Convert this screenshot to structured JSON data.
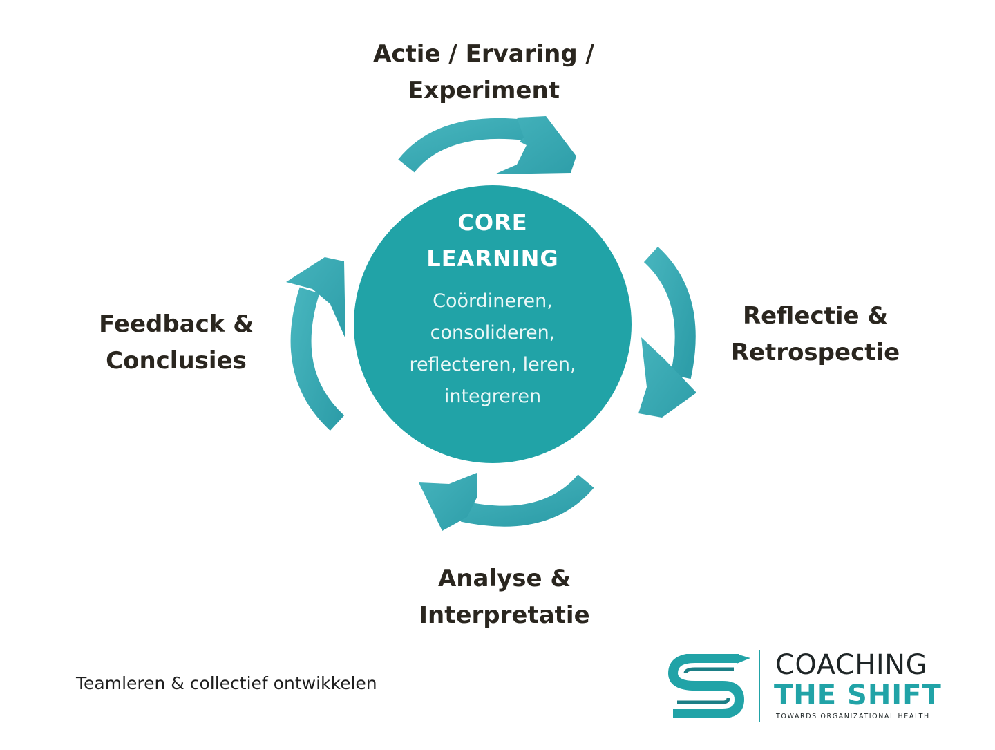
{
  "stages": {
    "top": {
      "line1": "Actie / Ervaring /",
      "line2": "Experiment"
    },
    "right": {
      "line1": "Reflectie &",
      "line2": "Retrospectie"
    },
    "bottom": {
      "line1": "Analyse &",
      "line2": "Interpretatie"
    },
    "left": {
      "line1": "Feedback &",
      "line2": "Conclusies"
    }
  },
  "core": {
    "title_line1": "CORE",
    "title_line2": "LEARNING",
    "desc_line1": "Coördineren,",
    "desc_line2": "consolideren,",
    "desc_line3": "reflecteren, leren,",
    "desc_line4": "integreren"
  },
  "footer": {
    "text": "Teamleren & collectief ontwikkelen"
  },
  "logo": {
    "line1": "COACHING",
    "line2": "THE SHIFT",
    "tagline": "TOWARDS ORGANIZATIONAL HEALTH",
    "icon": "s-arrow-icon"
  },
  "colors": {
    "teal": "#21a3a7",
    "arrow": "#3aaab4",
    "text": "#2a261f"
  }
}
